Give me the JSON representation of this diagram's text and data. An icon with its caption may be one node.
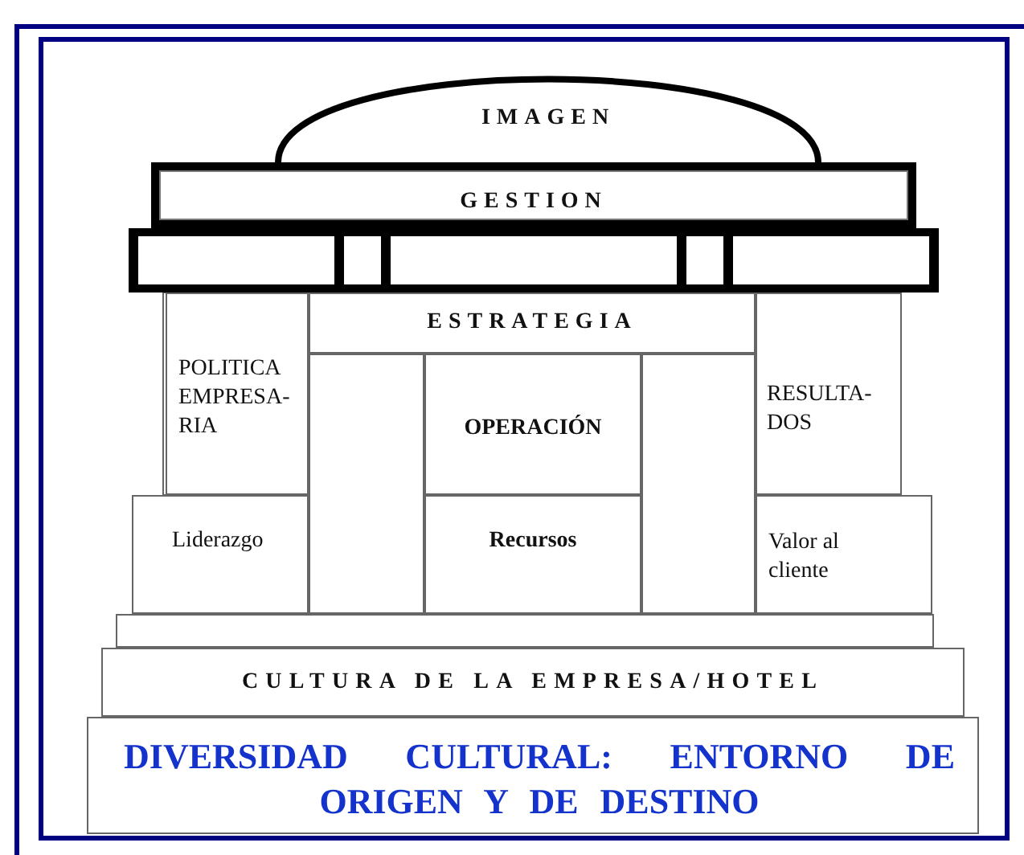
{
  "diagram": {
    "nodes": [
      {
        "text": [
          "IMAGEN"
        ]
      },
      {
        "text": [
          "GESTION"
        ]
      },
      {
        "text": [],
        "shape": "box"
      },
      {
        "text": [],
        "shape": "box"
      },
      {
        "text": [],
        "shape": "box"
      },
      {
        "text": [],
        "shape": "box"
      },
      {
        "text": [],
        "shape": "box"
      },
      {
        "text": [
          "ESTRATEGIA"
        ]
      },
      {
        "text": [
          "POLITICA EMPRESA-RIA"
        ]
      },
      {
        "text": [
          "RESULTA-DOS"
        ]
      },
      {
        "text": [],
        "shape": "box"
      },
      {
        "text": [
          "OPERACIÓN"
        ]
      },
      {
        "text": [],
        "shape": "box"
      },
      {
        "text": [
          "Liderazgo"
        ]
      },
      {
        "text": [
          "Recursos"
        ]
      },
      {
        "text": [
          "Valor al cliente"
        ]
      },
      {
        "text": [],
        "shape": "box"
      },
      {
        "text": [
          "CULTURA DE LA EMPRESA/HOTEL"
        ]
      },
      {
        "text": [
          "DIVERSIDAD CULTURAL: ENTORNO DE ORIGEN Y DE DESTINO"
        ]
      }
    ]
  }
}
